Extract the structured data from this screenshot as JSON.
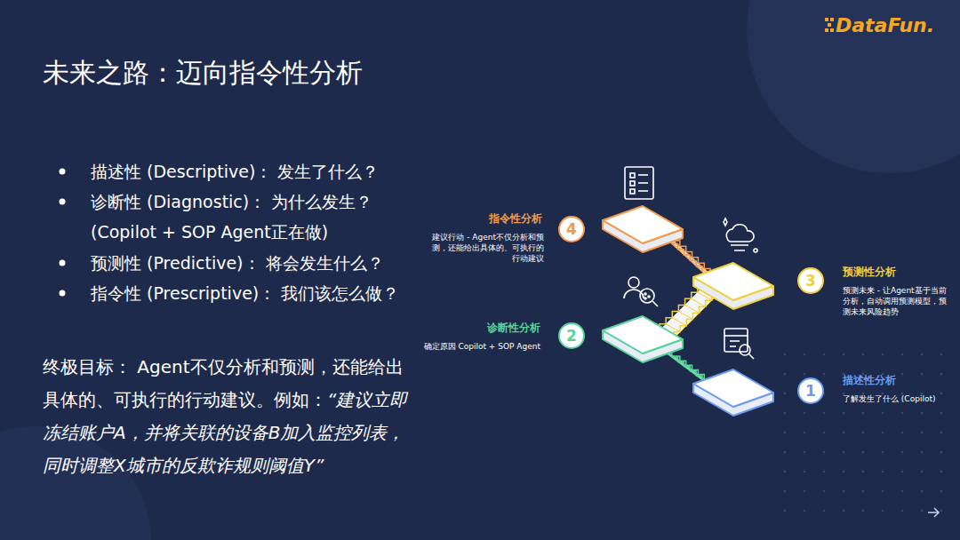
{
  "diagram": {
    "title": "未来之路：迈向指令性分析",
    "nodes": [
      {
        "text": [
          "4"
        ]
      },
      {
        "text": [
          "3"
        ]
      },
      {
        "text": [
          "2"
        ]
      },
      {
        "text": [
          "1"
        ]
      }
    ],
    "labels": [
      "DataFun.",
      "描述性 (Descriptive)： 发生了什么？",
      "诊断性 (Diagnostic)： 为什么发生？ (Copilot + SOP Agent正在做)",
      "预测性 (Predictive)： 将会发生什么？",
      "指令性 (Prescriptive)： 我们该怎么做？",
      "终极目标： Agent不仅分析和预测，还能给出具体的、可执行的行动建议。例如：",
      "“建议立即冻结账户A，并将关联的设备B加入监控列表，同时调整X城市的反欺诈规则阈值Y”",
      "指令性分析",
      "建议行动 - Agent不仅分析和预测，还能给出具体的、可执行的行动建议",
      "预测性分析",
      "预测未来 - 让Agent基于当前分析，自动调用预测模型，预测未来风险趋势",
      "诊断性分析",
      "确定原因 Copilot + SOP Agent",
      "描述性分析",
      "了解发生了什么 (Copilot)"
    ]
  }
}
